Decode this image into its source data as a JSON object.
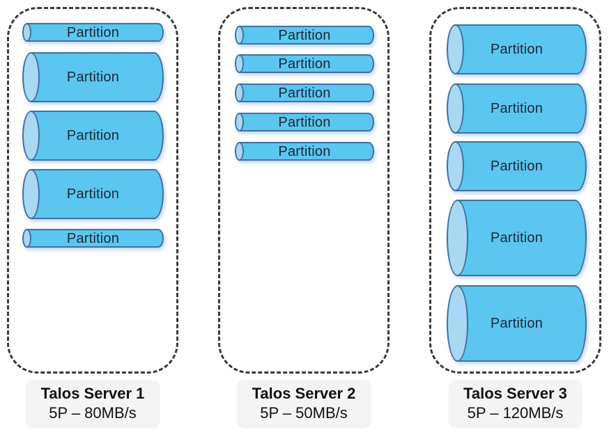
{
  "diagram": {
    "type": "partition-distribution-diagram",
    "servers": [
      {
        "name": "Talos Server 1",
        "spec": "5P – 80MB/s",
        "partitions": [
          {
            "label": "Partition",
            "size": "small"
          },
          {
            "label": "Partition",
            "size": "large"
          },
          {
            "label": "Partition",
            "size": "large"
          },
          {
            "label": "Partition",
            "size": "large"
          },
          {
            "label": "Partition",
            "size": "small"
          }
        ]
      },
      {
        "name": "Talos Server 2",
        "spec": "5P – 50MB/s",
        "partitions": [
          {
            "label": "Partition",
            "size": "small"
          },
          {
            "label": "Partition",
            "size": "small"
          },
          {
            "label": "Partition",
            "size": "small"
          },
          {
            "label": "Partition",
            "size": "small"
          },
          {
            "label": "Partition",
            "size": "small"
          }
        ]
      },
      {
        "name": "Talos Server 3",
        "spec": "5P – 120MB/s",
        "partitions": [
          {
            "label": "Partition",
            "size": "large"
          },
          {
            "label": "Partition",
            "size": "large"
          },
          {
            "label": "Partition",
            "size": "large"
          },
          {
            "label": "Partition",
            "size": "xlarge"
          },
          {
            "label": "Partition",
            "size": "xlarge"
          }
        ]
      }
    ]
  },
  "colors": {
    "cylinder_body": "#5bc6f0",
    "cylinder_cap": "#a8d8f2",
    "cylinder_stroke": "#41719c",
    "partition_text": "#1b2837",
    "dashed_border": "#3a3a3a",
    "label_background": "#f4f4f4",
    "label_text": "#111111"
  }
}
